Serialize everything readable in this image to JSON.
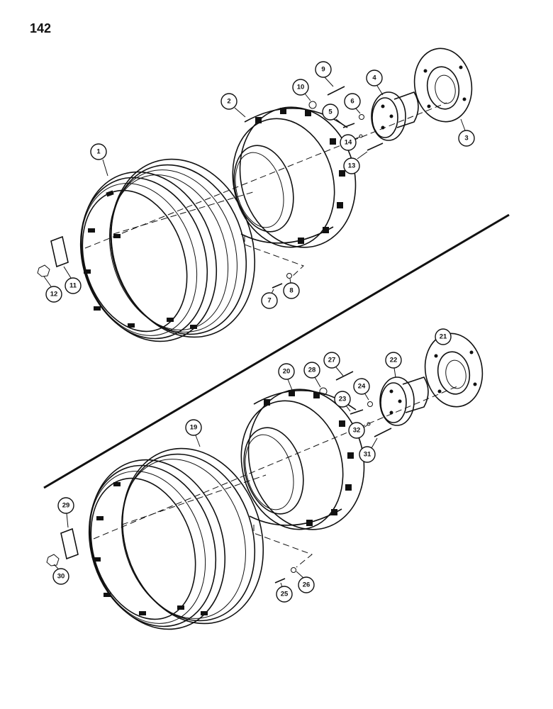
{
  "page": {
    "number": "142"
  },
  "callouts": [
    "1",
    "2",
    "3",
    "4",
    "5",
    "6",
    "7",
    "8",
    "9",
    "10",
    "11",
    "12",
    "13",
    "14",
    "19",
    "20",
    "21",
    "22",
    "23",
    "24",
    "25",
    "26",
    "27",
    "28",
    "29",
    "30",
    "31",
    "32"
  ]
}
